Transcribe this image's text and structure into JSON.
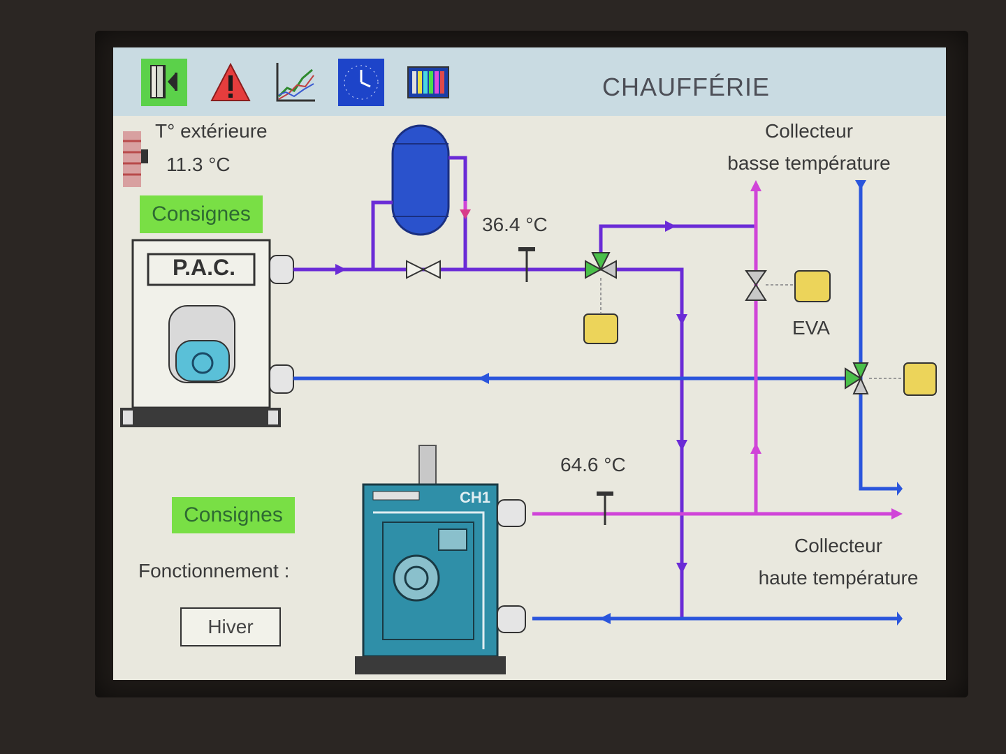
{
  "header": {
    "title": "CHAUFFÉRIE",
    "buttons": [
      {
        "icon": "exit-door-icon",
        "label": ""
      },
      {
        "icon": "alarm-warning-icon",
        "label": ""
      },
      {
        "icon": "trend-chart-icon",
        "label": ""
      },
      {
        "icon": "clock-schedule-icon",
        "label": ""
      },
      {
        "icon": "color-bars-icon",
        "label": ""
      }
    ]
  },
  "outdoor": {
    "label": "T° extérieure",
    "value": "11.3 °C"
  },
  "pac": {
    "label": "P.A.C.",
    "setpoints_button": "Consignes"
  },
  "boiler": {
    "label": "CH1",
    "setpoints_button": "Consignes"
  },
  "operation": {
    "label": "Fonctionnement :",
    "mode": "Hiver"
  },
  "sensors": {
    "pac_flow_temp": "36.4 °C",
    "boiler_flow_temp": "64.6 °C"
  },
  "collectors": {
    "low_temp_line1": "Collecteur",
    "low_temp_line2": "basse température",
    "high_temp_line1": "Collecteur",
    "high_temp_line2": "haute température"
  },
  "valves": {
    "eva_label": "EVA"
  },
  "colors": {
    "screen_bg": "#e9e8de",
    "toolbar_bg": "#c9dbe2",
    "flow_purple": "#6a2bd6",
    "return_blue": "#2a55dc",
    "hot_magenta": "#d044d8",
    "setpoint_green": "#79df45",
    "actuator_yellow": "#ecd45a",
    "boiler_teal": "#2f8fa8"
  }
}
